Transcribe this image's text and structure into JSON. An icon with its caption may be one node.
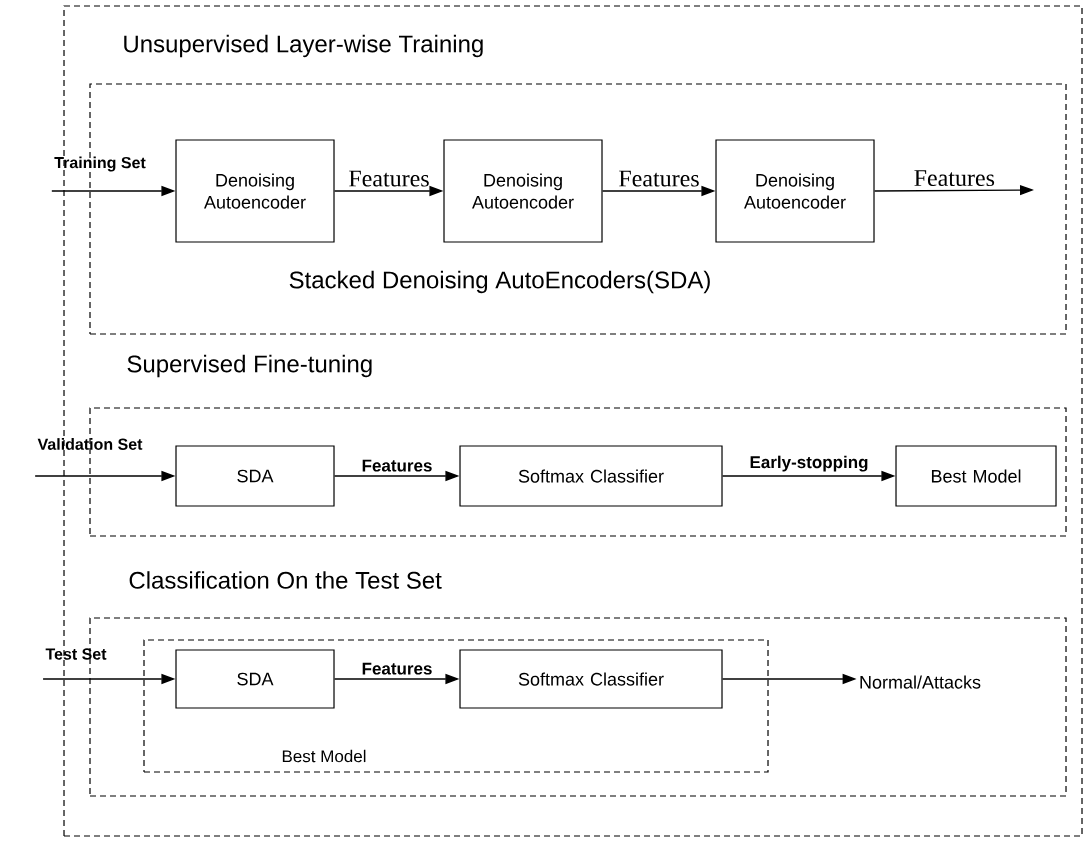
{
  "diagram": {
    "nodes": [
      {
        "text": [],
        "shape": "box"
      },
      {
        "text": [
          "Unsupervised Layer-wise Training",
          "Stacked Denoising AutoEncoders(SDA)"
        ],
        "in": 0
      },
      {
        "text": [
          "Denoising Autoencoder"
        ],
        "in": 1
      },
      {
        "text": [
          "Denoising Autoencoder"
        ],
        "in": 1
      },
      {
        "text": [
          "Denoising Autoencoder"
        ],
        "in": 1
      },
      {
        "text": [
          "Training Set"
        ]
      },
      {
        "text": [
          "Supervised Fine-tuning"
        ],
        "in": 0
      },
      {
        "text": [
          "SDA"
        ],
        "in": 6
      },
      {
        "text": [
          "Softmax Classifier"
        ],
        "in": 6
      },
      {
        "text": [
          "Best Model"
        ],
        "in": 6
      },
      {
        "text": [
          "Validation Set"
        ]
      },
      {
        "text": [
          "Classification On the Test Set"
        ],
        "in": 0
      },
      {
        "text": [
          "Best Model"
        ],
        "in": 11
      },
      {
        "text": [
          "SDA"
        ],
        "in": 12
      },
      {
        "text": [
          "Softmax Classifier"
        ],
        "in": 12
      },
      {
        "text": [
          "Normal/Attacks"
        ],
        "in": 11
      },
      {
        "text": [
          "Test Set"
        ]
      }
    ],
    "edges": [
      {
        "from": 5,
        "to": 2,
        "arrow": "to"
      },
      {
        "from": 2,
        "to": 3,
        "arrow": "to",
        "label": "Features"
      },
      {
        "from": 3,
        "to": 4,
        "arrow": "to",
        "label": "Features"
      },
      {
        "from": 4,
        "to": null,
        "arrow": "to",
        "label": "Features"
      },
      {
        "from": 10,
        "to": 7,
        "arrow": "to"
      },
      {
        "from": 7,
        "to": 8,
        "arrow": "to",
        "label": "Features"
      },
      {
        "from": 8,
        "to": 9,
        "arrow": "to",
        "label": "Early-stopping"
      },
      {
        "from": 16,
        "to": 13,
        "arrow": "to"
      },
      {
        "from": 13,
        "to": 14,
        "arrow": "to",
        "label": "Features"
      },
      {
        "from": 14,
        "to": 15,
        "arrow": "to"
      }
    ]
  }
}
